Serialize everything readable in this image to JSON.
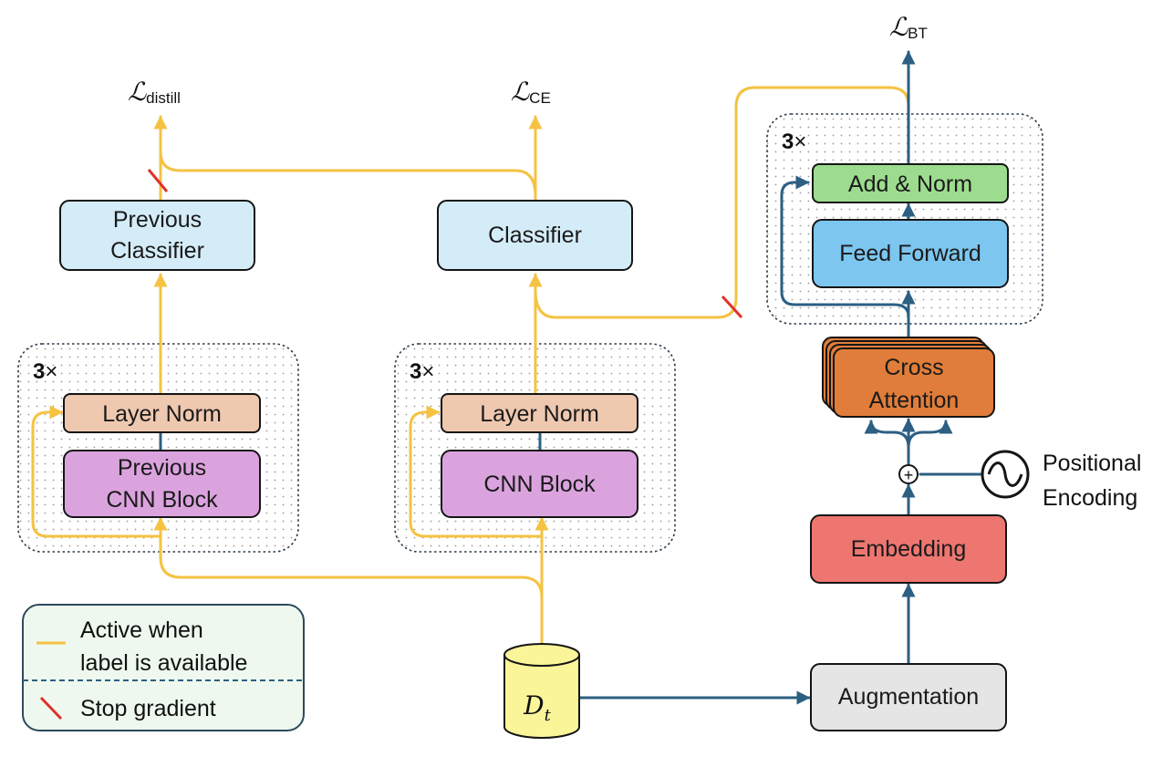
{
  "losses": {
    "distill": {
      "symbol": "ℒ",
      "sub": "distill"
    },
    "ce": {
      "symbol": "ℒ",
      "sub": "CE"
    },
    "bt": {
      "symbol": "ℒ",
      "sub": "BT"
    }
  },
  "blocks": {
    "previous_classifier": [
      "Previous",
      "Classifier"
    ],
    "classifier": "Classifier",
    "layer_norm_left": "Layer Norm",
    "previous_cnn_block": [
      "Previous",
      "CNN Block"
    ],
    "layer_norm_mid": "Layer Norm",
    "cnn_block": "CNN Block",
    "add_norm": "Add & Norm",
    "feed_forward": "Feed Forward",
    "cross_attention": [
      "Cross",
      "Attention"
    ],
    "embedding": "Embedding",
    "augmentation": "Augmentation"
  },
  "repeat": {
    "count": "3",
    "times": "×"
  },
  "positional_encoding": [
    "Positional",
    "Encoding"
  ],
  "plus_symbol": "+",
  "dataset": {
    "symbol": "D",
    "sub": "t"
  },
  "legend": {
    "active": [
      "Active when",
      "label is available"
    ],
    "stop_gradient": "Stop gradient"
  },
  "colors": {
    "yellow_path": "#f5c242",
    "blue_path": "#2c5f82",
    "stop_gradient": "#e0302a",
    "classifier_fill": "#d4ecf8",
    "layer_norm_fill": "#efc8b0",
    "cnn_fill": "#dba3de",
    "add_norm_fill": "#9ddc8e",
    "feed_forward_fill": "#7cc6ef",
    "cross_attention_fill": "#e07d3a",
    "embedding_fill": "#ee7670",
    "augmentation_fill": "#e5e5e5",
    "dataset_fill": "#fbf59a",
    "legend_fill": "#eef8ee"
  }
}
